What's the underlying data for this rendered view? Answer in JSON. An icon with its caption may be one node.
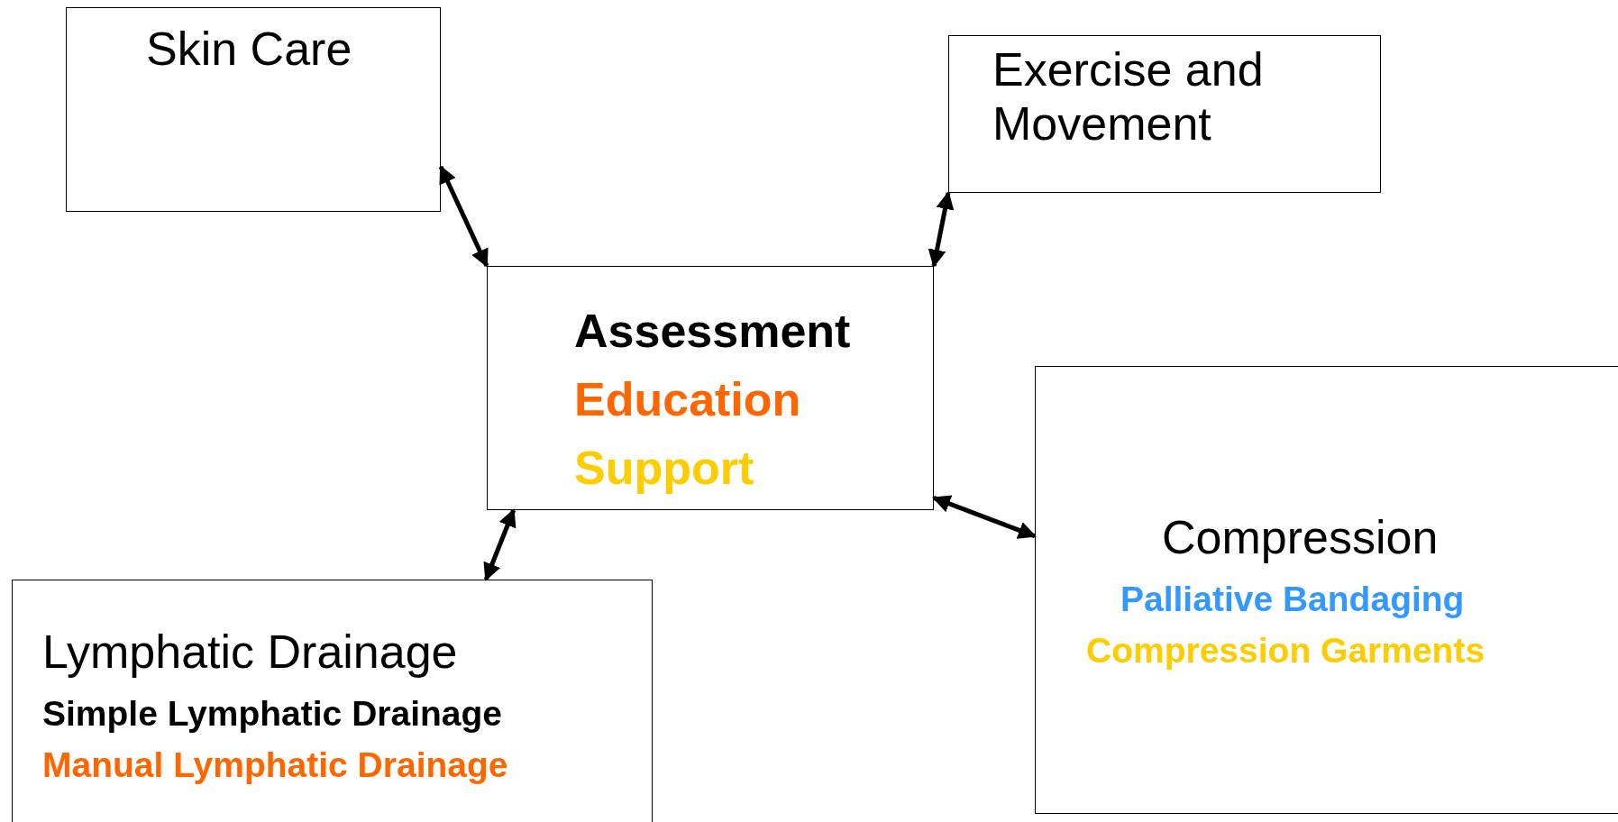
{
  "diagram": {
    "nodes": [
      {
        "text": [
          "Skin Care"
        ]
      },
      {
        "text": [
          "Exercise and Movement"
        ]
      },
      {
        "text": [
          "Assessment",
          "Education",
          "Support"
        ]
      },
      {
        "text": [
          "Compression",
          "Palliative Bandaging",
          "Compression Garments"
        ]
      },
      {
        "text": [
          "Lymphatic Drainage",
          "Simple Lymphatic Drainage",
          "Manual Lymphatic Drainage"
        ]
      }
    ],
    "edges": [
      {
        "from": 2,
        "to": 0,
        "arrow": "both"
      },
      {
        "from": 2,
        "to": 1,
        "arrow": "both"
      },
      {
        "from": 2,
        "to": 3,
        "arrow": "both"
      },
      {
        "from": 2,
        "to": 4,
        "arrow": "both"
      }
    ]
  }
}
